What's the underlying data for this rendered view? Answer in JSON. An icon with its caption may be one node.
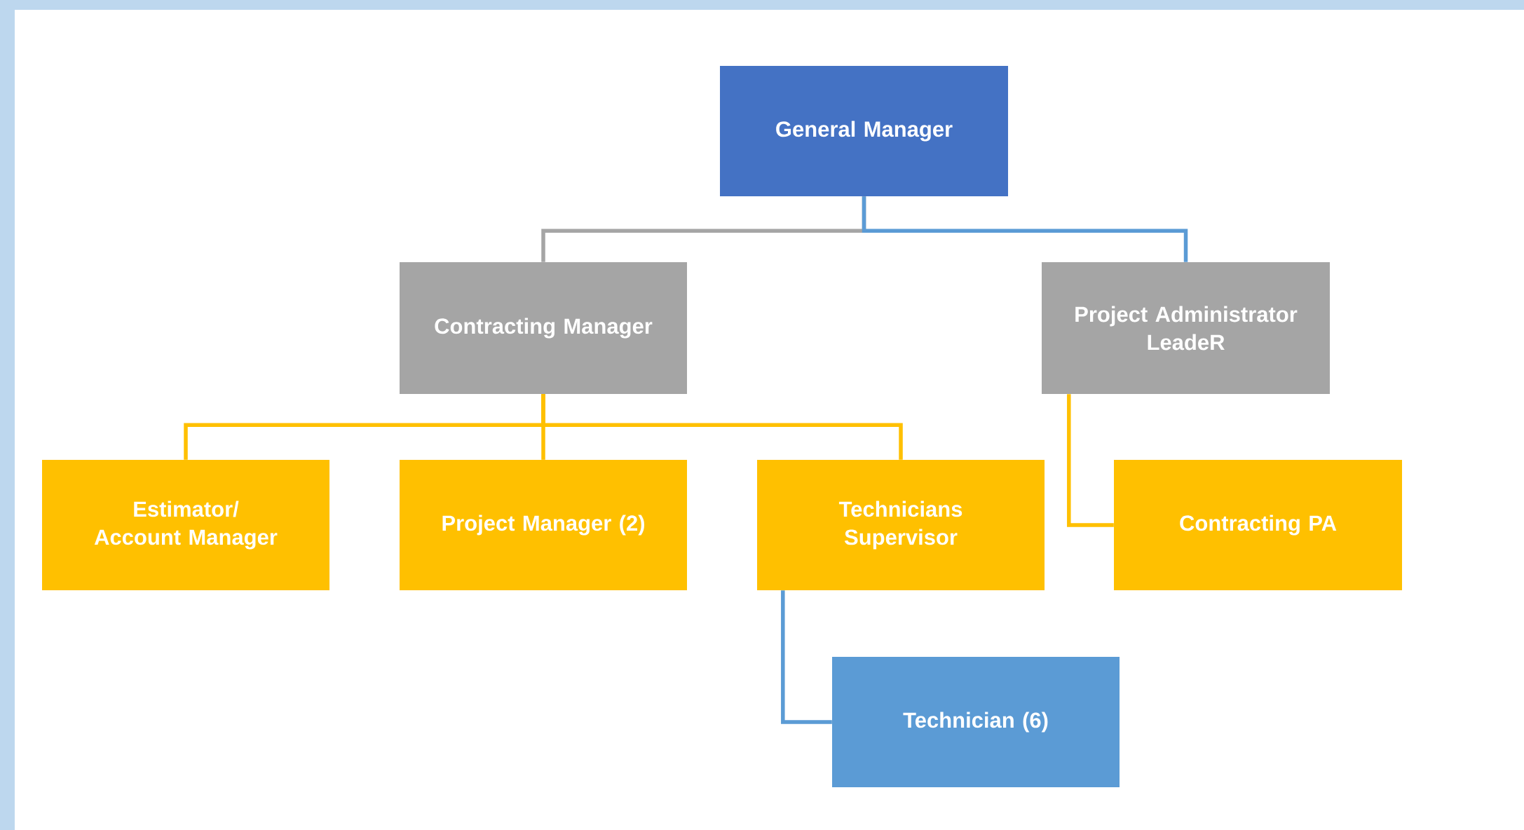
{
  "diagram": {
    "nodes": [
      {
        "text": [
          "General Manager"
        ]
      },
      {
        "text": [
          "Contracting Manager"
        ]
      },
      {
        "text": [
          "Project Administrator LeadeR"
        ]
      },
      {
        "text": [
          "Estimator/ Account Manager"
        ]
      },
      {
        "text": [
          "Project Manager (2)"
        ]
      },
      {
        "text": [
          "Technicians Supervisor"
        ]
      },
      {
        "text": [
          "Contracting PA"
        ]
      },
      {
        "text": [
          "Technician (6)"
        ]
      }
    ],
    "edges": [
      {
        "from": 0,
        "to": 1,
        "arrow": "none",
        "color": "#a5a5a5"
      },
      {
        "from": 0,
        "to": 2,
        "arrow": "none",
        "color": "#5b9bd5"
      },
      {
        "from": 1,
        "to": 3,
        "arrow": "none"
      },
      {
        "from": 1,
        "to": 4,
        "arrow": "none"
      },
      {
        "from": 1,
        "to": 5,
        "arrow": "none"
      },
      {
        "from": 2,
        "to": 6,
        "arrow": "none"
      },
      {
        "from": 5,
        "to": 7,
        "arrow": "none",
        "color": "#5b9bd5"
      }
    ]
  }
}
